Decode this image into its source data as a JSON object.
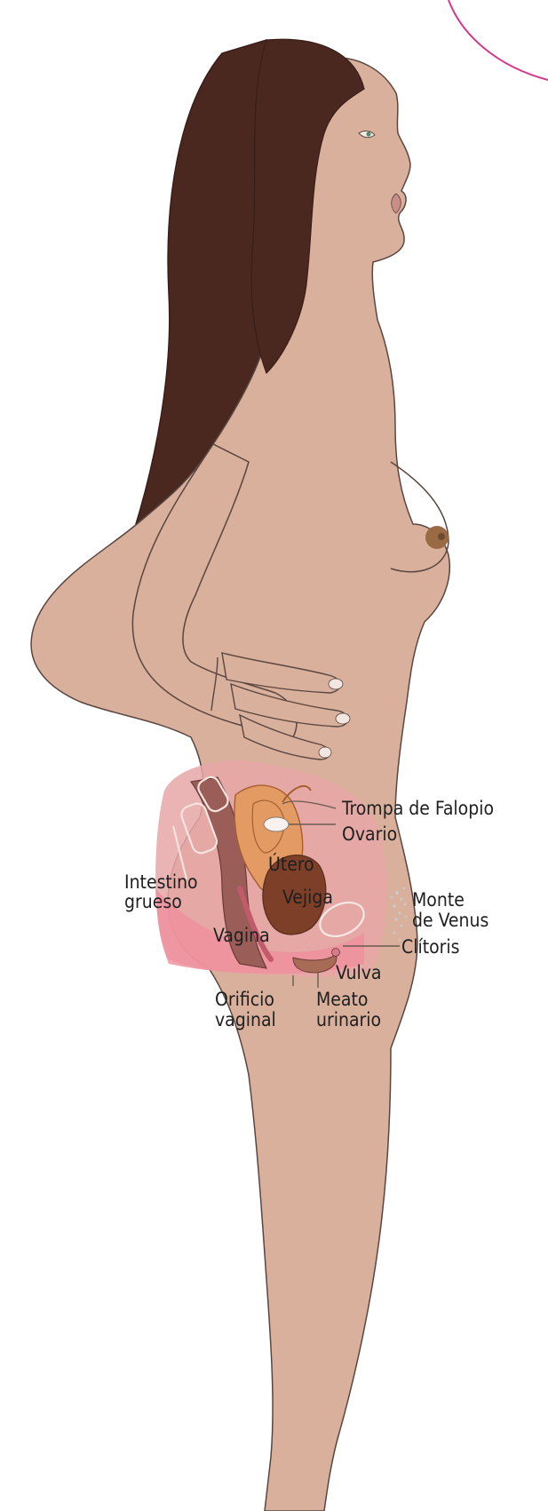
{
  "colors": {
    "background": "#ffffff",
    "skin": "#d9b09c",
    "skin_outline": "#5a4640",
    "hair": "#4a2820",
    "accent_curve": "#d6388a",
    "uterus": "#e49a63",
    "colon": "#9a5d57",
    "bladder": "#7d3f28",
    "pelvic_pink": "#e6a7a7",
    "label_text": "#1f1f1f"
  },
  "labels": {
    "trompa": "Trompa de Falopio",
    "ovario": "Ovario",
    "utero": "Útero",
    "intestino_l1": "Intestino",
    "intestino_l2": "grueso",
    "vejiga": "Vejiga",
    "monte_l1": "Monte",
    "monte_l2": "de Venus",
    "vagina": "Vagina",
    "clitoris": "Clítoris",
    "vulva": "Vulva",
    "orificio_l1": "Orificio",
    "orificio_l2": "vaginal",
    "meato_l1": "Meato",
    "meato_l2": "urinario"
  },
  "icons": {
    "figure": "female-side-profile-illustration",
    "accent": "decorative-pink-arc"
  }
}
